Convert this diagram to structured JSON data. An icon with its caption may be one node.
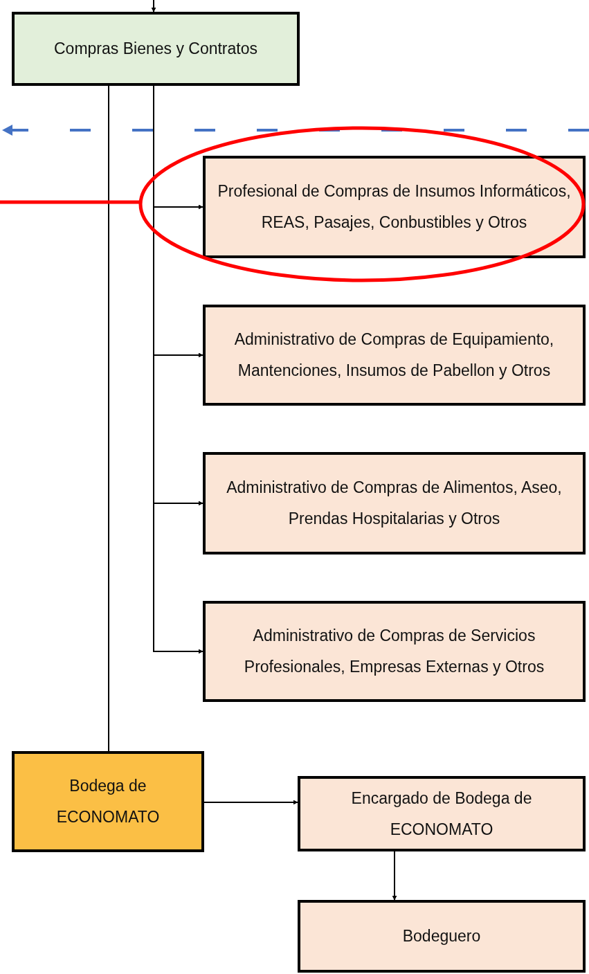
{
  "diagram": {
    "nodes": [
      {
        "text": [
          "Compras Bienes y Contratos"
        ]
      },
      {
        "text": [],
        "shape": "ellipse"
      },
      {
        "text": [
          "Profesional de Compras de Insumos Informáticos,  REAS, Pasajes, Conbustibles y Otros"
        ],
        "in": 1
      },
      {
        "text": [
          "Administrativo de Compras de Equipamiento, Mantenciones, Insumos de Pabellon y Otros"
        ]
      },
      {
        "text": [
          "Administrativo de Compras de Alimentos, Aseo, Prendas Hospitalarias y Otros"
        ]
      },
      {
        "text": [
          "Administrativo de Compras de Servicios Profesionales, Empresas Externas y Otros"
        ]
      },
      {
        "text": [
          "Bodega de ECONOMATO"
        ]
      },
      {
        "text": [
          "Encargado de Bodega de ECONOMATO"
        ]
      },
      {
        "text": [
          "Bodeguero"
        ]
      }
    ],
    "edges": [
      {
        "from": null,
        "to": 0,
        "arrow": "to"
      },
      {
        "from": 0,
        "to": 2,
        "arrow": "to"
      },
      {
        "from": 0,
        "to": 3,
        "arrow": "to"
      },
      {
        "from": 0,
        "to": 4,
        "arrow": "to"
      },
      {
        "from": 0,
        "to": 5,
        "arrow": "to"
      },
      {
        "from": 0,
        "to": 6,
        "arrow": "none"
      },
      {
        "from": 6,
        "to": 7,
        "arrow": "to"
      },
      {
        "from": 7,
        "to": 8,
        "arrow": "to"
      },
      {
        "from": null,
        "to": 1,
        "arrow": "none",
        "style": "thick",
        "color": "#ff0000"
      }
    ]
  }
}
